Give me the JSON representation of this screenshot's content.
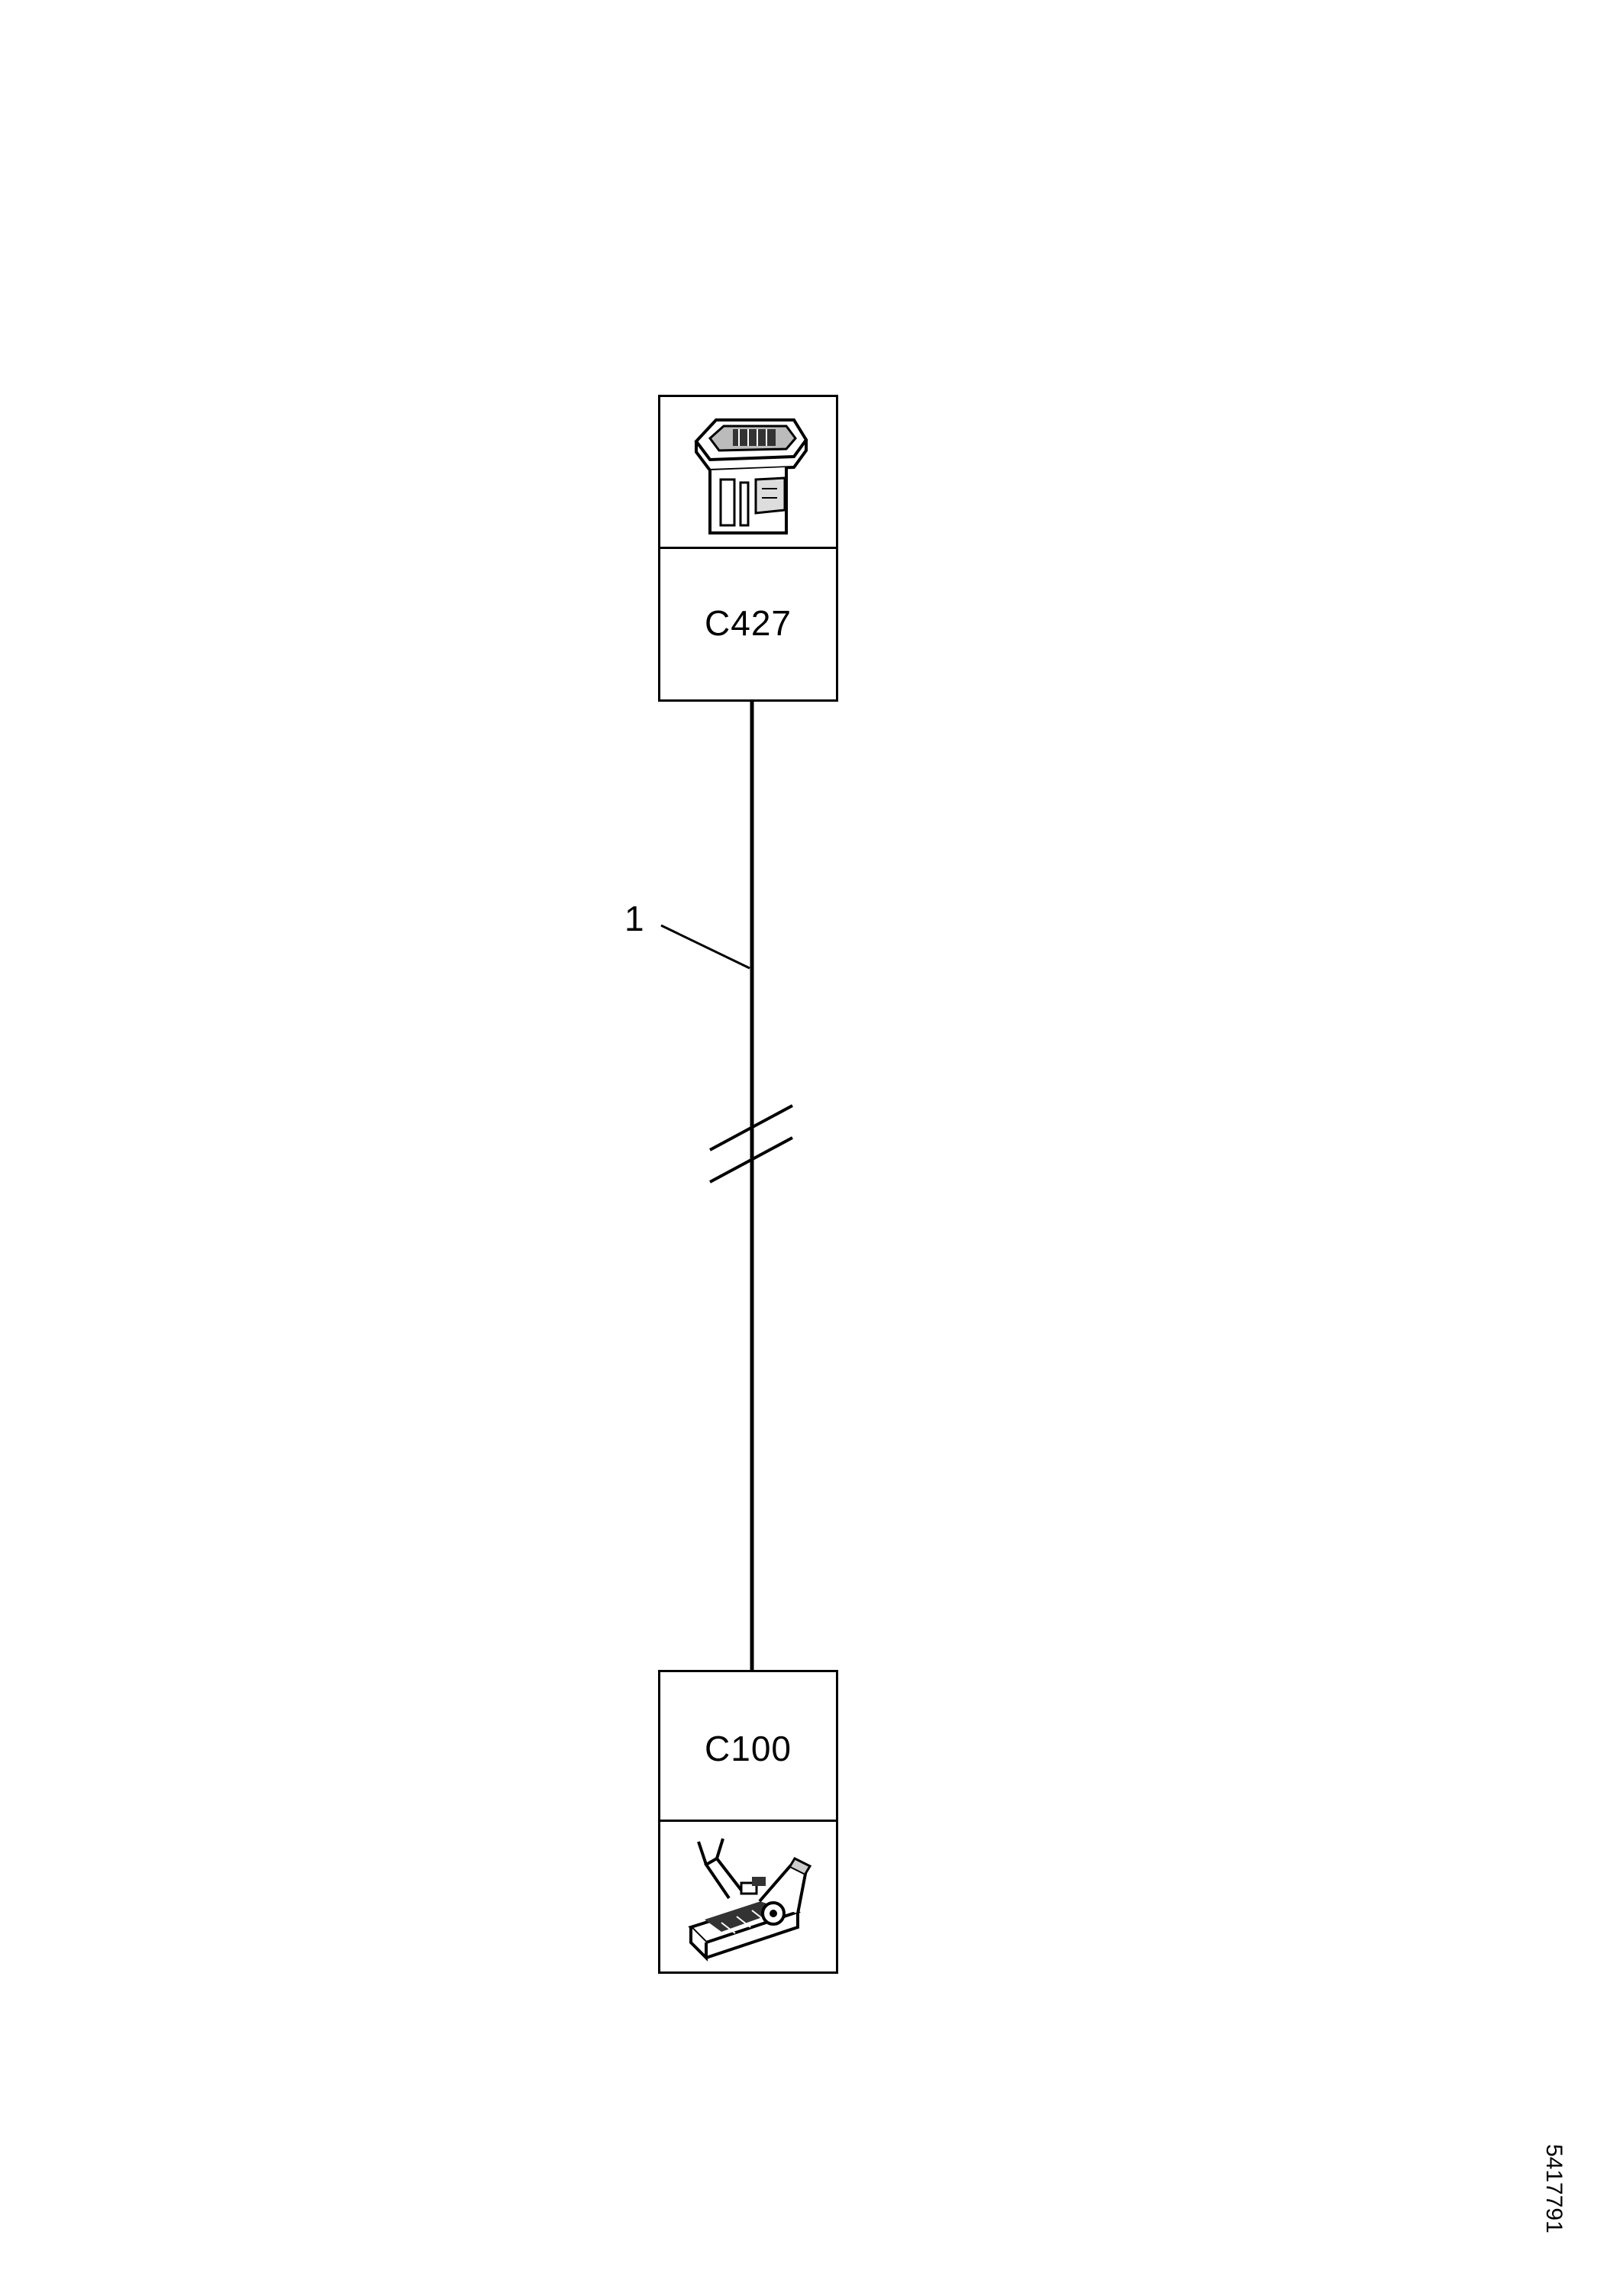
{
  "diagram": {
    "connectors": [
      {
        "id": "top",
        "label": "C427",
        "picture": "connector-housing-icon"
      },
      {
        "id": "bottom",
        "label": "C100",
        "picture": "inline-connector-icon"
      }
    ],
    "wire": {
      "callout": "1",
      "break_symbol": "double-slash"
    },
    "document_code": "5417791"
  }
}
